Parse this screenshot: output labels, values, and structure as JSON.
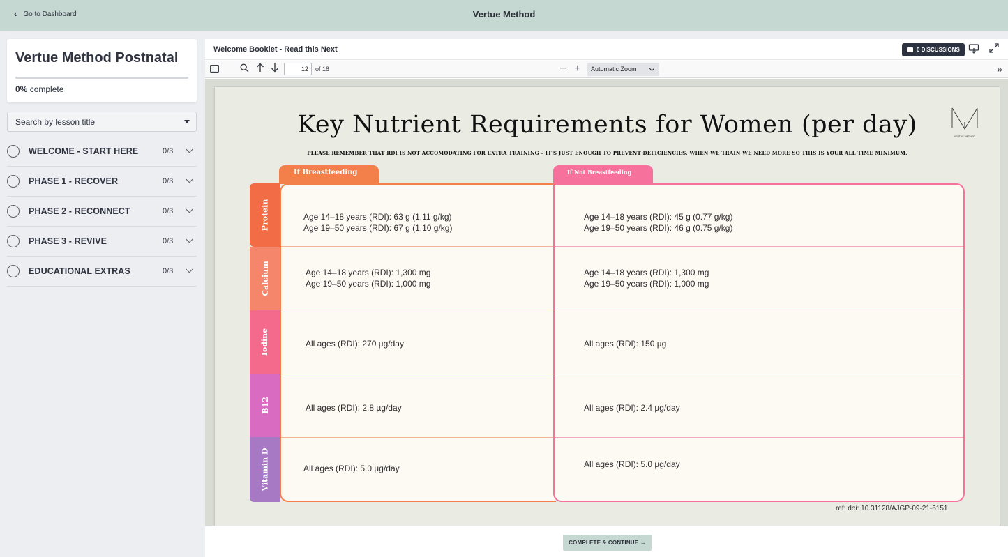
{
  "header": {
    "back_label": "Go to Dashboard",
    "app_title": "Vertue Method"
  },
  "sidebar": {
    "course_title": "Vertue Method Postnatal",
    "progress_percent": "0%",
    "progress_value": 0,
    "progress_suffix": "complete",
    "search_placeholder": "Search by lesson title",
    "sections": [
      {
        "label": "WELCOME - START HERE",
        "count": "0/3"
      },
      {
        "label": "PHASE 1 - RECOVER",
        "count": "0/3"
      },
      {
        "label": "PHASE 2 - RECONNECT",
        "count": "0/3"
      },
      {
        "label": "PHASE 3 - REVIVE",
        "count": "0/3"
      },
      {
        "label": "EDUCATIONAL EXTRAS",
        "count": "0/3"
      }
    ]
  },
  "viewer": {
    "doc_title": "Welcome Booklet - Read this Next",
    "discussions_label": "0 DISCUSSIONS",
    "page_number": "12",
    "page_total": "of 18",
    "zoom_label": "Automatic Zoom",
    "complete_label": "COMPLETE & CONTINUE →"
  },
  "booklet": {
    "title": "Key Nutrient Requirements for Women (per day)",
    "subtitle": "PLEASE REMEMBER THAT RDI IS NOT ACCOMODATING FOR EXTRA TRAINING – IT'S JUST ENOUGH TO PREVENT DEFICIENCIES. WHEN WE TRAIN WE NEED MORE SO THIS IS YOUR ALL TIME MINIMUM.",
    "tab_breastfeeding": "If Breastfeeding",
    "tab_not_breastfeeding": "If Not Breastfeeding",
    "logo_text": "VERTUE METHOD",
    "rows": [
      {
        "nutrient": "Protein",
        "color": "#f26d45",
        "bf": [
          "Age 14–18 years (RDI): 63 g (1.11 g/kg)",
          "Age 19–50 years (RDI): 67 g (1.10 g/kg)"
        ],
        "nbf": [
          "Age 14–18 years (RDI): 45 g (0.77 g/kg)",
          "Age 19–50 years (RDI): 46 g (0.75 g/kg)"
        ]
      },
      {
        "nutrient": "Calcium",
        "color": "#f6866b",
        "bf": [
          "Age 14–18 years (RDI): 1,300 mg",
          "Age 19–50 years (RDI): 1,000 mg"
        ],
        "nbf": [
          "Age 14–18 years (RDI): 1,300 mg",
          "Age 19–50 years (RDI): 1,000 mg"
        ]
      },
      {
        "nutrient": "Iodine",
        "color": "#f36a8c",
        "bf": [
          "All ages (RDI): 270 µg/day"
        ],
        "nbf": [
          "All ages (RDI): 150 µg"
        ]
      },
      {
        "nutrient": "B12",
        "color": "#d96cc0",
        "bf": [
          "All ages (RDI): 2.8 µg/day"
        ],
        "nbf": [
          "All ages (RDI): 2.4 µg/day"
        ]
      },
      {
        "nutrient": "Vitamin D",
        "color": "#a779c4",
        "bf": [
          "All ages (RDI): 5.0 µg/day"
        ],
        "nbf": [
          "All ages (RDI): 5.0 µg/day"
        ]
      }
    ],
    "reference": "ref: doi: 10.31128/AJGP-09-21-6151"
  }
}
